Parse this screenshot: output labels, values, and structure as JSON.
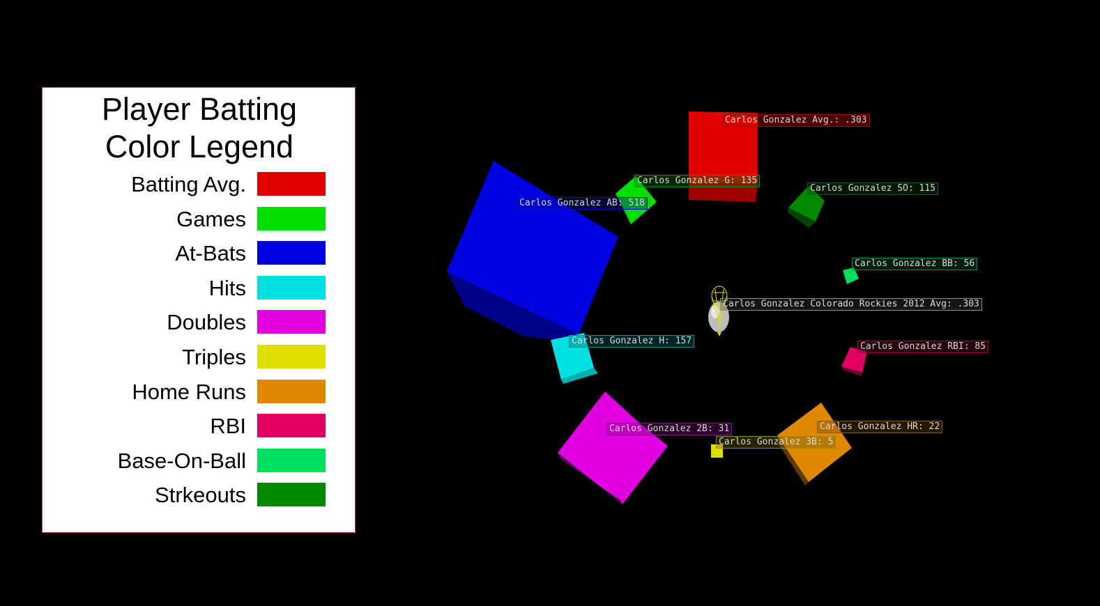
{
  "legend": {
    "title_line1": "Player Batting",
    "title_line2": "Color Legend",
    "items": [
      {
        "label": "Batting Avg.",
        "color": "#e00000"
      },
      {
        "label": "Games",
        "color": "#00e000"
      },
      {
        "label": "At-Bats",
        "color": "#0000e0"
      },
      {
        "label": "Hits",
        "color": "#00e0e0"
      },
      {
        "label": "Doubles",
        "color": "#e000e0"
      },
      {
        "label": "Triples",
        "color": "#e0e000"
      },
      {
        "label": "Home Runs",
        "color": "#e08800"
      },
      {
        "label": "RBI",
        "color": "#e00060"
      },
      {
        "label": "Base-On-Ball",
        "color": "#00e060"
      },
      {
        "label": "Strkeouts",
        "color": "#008800"
      }
    ]
  },
  "chart_data": {
    "type": "3d-scatter",
    "title": "Player Batting Color Legend",
    "player_label": "Carlos Gonzalez Colorado Rockies 2012 Avg: .303",
    "series": [
      {
        "name": "Batting Avg.",
        "key": "Avg.",
        "value": 0.303,
        "text": "Carlos Gonzalez Avg.: .303"
      },
      {
        "name": "Games",
        "key": "G",
        "value": 135,
        "text": "Carlos Gonzalez G: 135"
      },
      {
        "name": "At-Bats",
        "key": "AB",
        "value": 518,
        "text": "Carlos Gonzalez AB: 518"
      },
      {
        "name": "Hits",
        "key": "H",
        "value": 157,
        "text": "Carlos Gonzalez H: 157"
      },
      {
        "name": "Doubles",
        "key": "2B",
        "value": 31,
        "text": "Carlos Gonzalez 2B: 31"
      },
      {
        "name": "Triples",
        "key": "3B",
        "value": 5,
        "text": "Carlos Gonzalez 3B: 5"
      },
      {
        "name": "Home Runs",
        "key": "HR",
        "value": 22,
        "text": "Carlos Gonzalez HR: 22"
      },
      {
        "name": "RBI",
        "key": "RBI",
        "value": 85,
        "text": "Carlos Gonzalez RBI: 85"
      },
      {
        "name": "Base-On-Ball",
        "key": "BB",
        "value": 56,
        "text": "Carlos Gonzalez BB: 56"
      },
      {
        "name": "Strkeouts",
        "key": "SO",
        "value": 115,
        "text": "Carlos Gonzalez SO: 115"
      }
    ]
  }
}
